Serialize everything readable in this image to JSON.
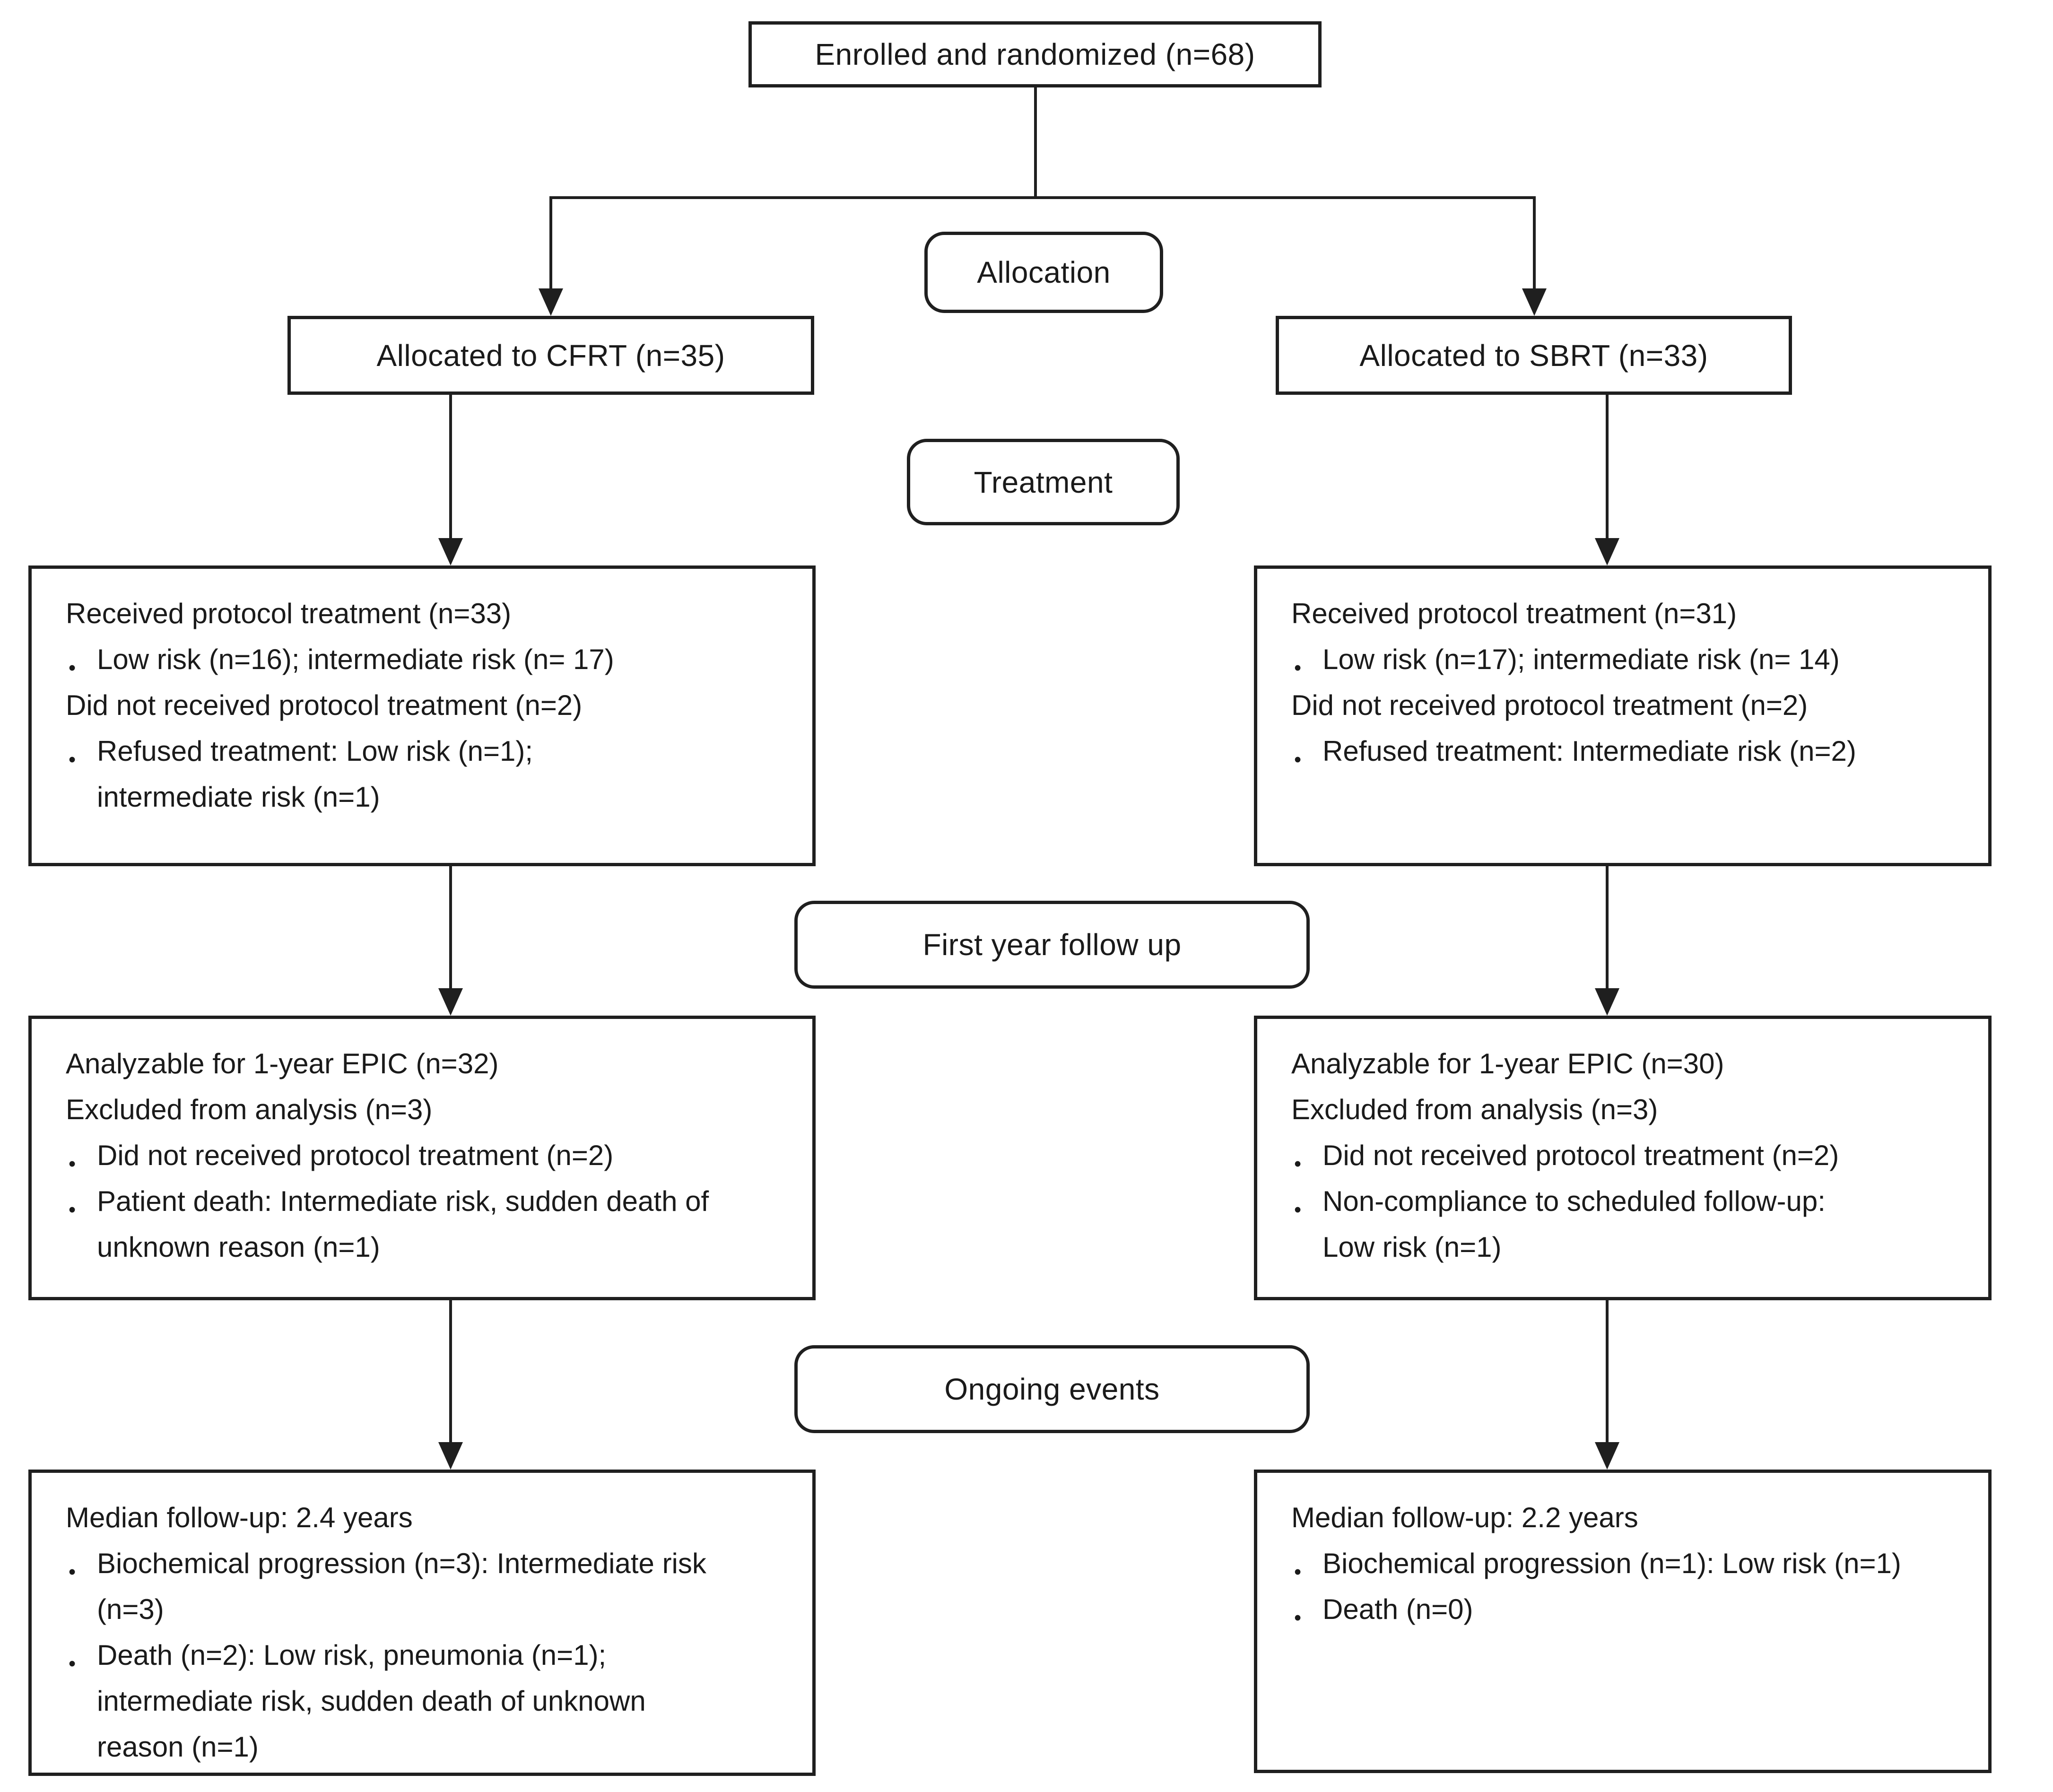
{
  "colors": {
    "ink": "#1f1f1f",
    "background": "#ffffff"
  },
  "boxes": {
    "enrolled": {
      "text": "Enrolled and randomized (n=68)"
    },
    "allocated_cfrt": {
      "text": "Allocated to CFRT (n=35)"
    },
    "allocated_sbrt": {
      "text": "Allocated to SBRT (n=33)"
    },
    "treatment_cfrt": {
      "lines": [
        "Received protocol treatment (n=33)",
        "Low risk (n=16); intermediate risk (n= 17)",
        "Did not received protocol treatment (n=2)",
        "Refused treatment: Low risk (n=1);",
        "intermediate risk (n=1)"
      ]
    },
    "treatment_sbrt": {
      "lines": [
        "Received protocol treatment (n=31)",
        "Low risk (n=17); intermediate risk (n= 14)",
        "Did not received protocol treatment (n=2)",
        "Refused treatment: Intermediate risk (n=2)"
      ]
    },
    "first_year_cfrt": {
      "lines": [
        "Analyzable for 1-year EPIC (n=32)",
        "Excluded from analysis (n=3)",
        "Did not received protocol treatment (n=2)",
        "Patient death: Intermediate risk, sudden death of",
        "unknown reason (n=1)"
      ]
    },
    "first_year_sbrt": {
      "lines": [
        "Analyzable for 1-year EPIC (n=30)",
        "Excluded from analysis (n=3)",
        "Did not received protocol treatment (n=2)",
        "Non-compliance to scheduled follow-up:",
        "Low risk (n=1)"
      ]
    },
    "ongoing_cfrt": {
      "lines": [
        "Median follow-up: 2.4 years",
        "Biochemical progression (n=3): Intermediate risk",
        "(n=3)",
        "Death (n=2): Low risk, pneumonia (n=1);",
        "intermediate risk, sudden death of unknown",
        "reason (n=1)"
      ]
    },
    "ongoing_sbrt": {
      "lines": [
        "Median follow-up: 2.2 years",
        "Biochemical progression (n=1): Low risk (n=1)",
        "Death (n=0)"
      ]
    }
  },
  "stage_labels": {
    "allocation": "Allocation",
    "treatment": "Treatment",
    "first_year": "First year follow up",
    "ongoing": "Ongoing events"
  }
}
